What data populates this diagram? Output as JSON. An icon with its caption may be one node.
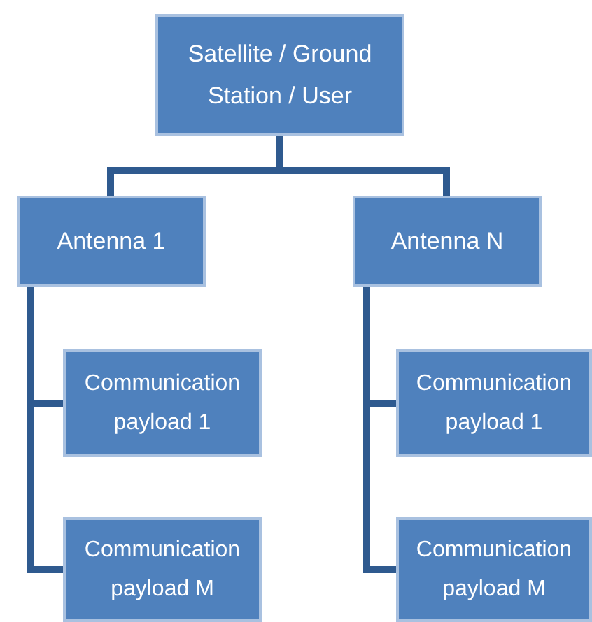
{
  "diagram": {
    "nodes": [
      {
        "text": [
          "Satellite / Ground Station / User"
        ]
      },
      {
        "text": [
          "Antenna 1"
        ]
      },
      {
        "text": [
          "Antenna N"
        ]
      },
      {
        "text": [
          "Communication payload 1"
        ]
      },
      {
        "text": [
          "Communication payload M"
        ]
      },
      {
        "text": [
          "Communication payload 1"
        ]
      },
      {
        "text": [
          "Communication payload M"
        ]
      }
    ],
    "edges": [
      {
        "from": 0,
        "to": 1,
        "arrow": "none"
      },
      {
        "from": 0,
        "to": 2,
        "arrow": "none"
      },
      {
        "from": 1,
        "to": 3,
        "arrow": "none"
      },
      {
        "from": 1,
        "to": 4,
        "arrow": "none"
      },
      {
        "from": 2,
        "to": 5,
        "arrow": "none"
      },
      {
        "from": 2,
        "to": 6,
        "arrow": "none"
      }
    ]
  }
}
